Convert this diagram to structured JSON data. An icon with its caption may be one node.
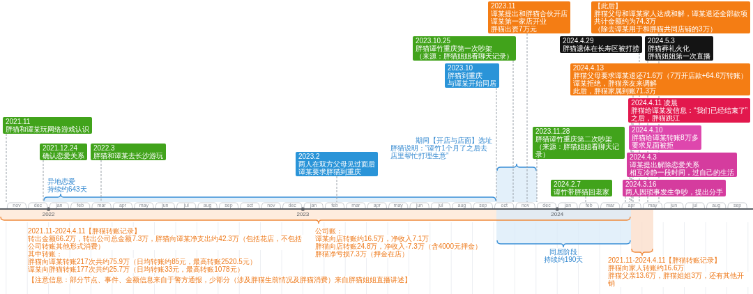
{
  "diagram": {
    "nodes": [
      {
        "text": [
          "2021.11",
          "胖猫和谭某玩网络游戏认识"
        ]
      },
      {
        "text": [
          "2021.12.24",
          "确认恋爱关系"
        ]
      },
      {
        "text": [
          "2022.3",
          "胖猫和谭某去长沙游玩"
        ]
      },
      {
        "text": [
          "2023.2",
          "两人在双方父母见过面后",
          "谭某要求胖猫到重庆"
        ]
      },
      {
        "text": [
          "2023.10",
          "胖猫到重庆",
          "与谭某开始同居"
        ]
      },
      {
        "text": [
          "2023.10.25",
          "胖猫谭竹重庆第一次吵架",
          "（来源：胖猫姐姐看聊天记录）"
        ]
      },
      {
        "text": [
          "2023.11",
          "谭某提出和胖猫合伙开店",
          "谭某第一家店开业",
          "胖猫出资7万元"
        ]
      },
      {
        "text": [
          "2023.11.28",
          "胖猫谭竹重庆第二次吵架",
          "（来源：胖猫姐姐看聊天记录）"
        ]
      },
      {
        "text": [
          "2024.2.7",
          "谭竹带胖猫回老家"
        ]
      },
      {
        "text": [
          "2024.3.16",
          "两人因琐事发生争吵，提出分手"
        ]
      },
      {
        "text": [
          "2024.4.3",
          "谭某提出解除恋爱关系",
          "相互冷静一段时间，过自己的生活"
        ]
      },
      {
        "text": [
          "2024.4.10",
          "胖猫给谭某转账8万多",
          "要求见面被拒"
        ]
      },
      {
        "text": [
          "2024.4.11 凌晨",
          "胖猫给谭某发信息：“我们已经结束了”",
          "之后，胖猫跳江"
        ]
      },
      {
        "text": [
          "2024.4.13",
          "胖猫父母要求谭某退还71.6万（7万开店款+64.6万转账）",
          "谭某拒绝，胖猫亲友来调解",
          "此后，胖猫家属到账71.3万"
        ]
      },
      {
        "text": [
          "2024.4.29",
          "胖猫遗体在长寿区被打捞"
        ]
      },
      {
        "text": [
          "2024.5.3",
          "胖猫葬礼火化",
          "胖猫姐姐第一次直播"
        ]
      },
      {
        "text": [
          "【此后】",
          "胖猫父母和谭某家人达成和解，谭某退还全部款项",
          "共计金额约为74.3万",
          "（除去谭某用于和胖猫共同店铺的3万）"
        ]
      },
      {
        "text": [
          "nov",
          "dec",
          "jan",
          "feb",
          "mar",
          "apr",
          "may",
          "jun",
          "jul",
          "aug",
          "sep",
          "oct",
          "nov",
          "dec",
          "jan",
          "feb",
          "mar",
          "apr",
          "may",
          "jun",
          "jul",
          "aug",
          "sep",
          "oct",
          "nov",
          "dec",
          "jan",
          "feb",
          "mar",
          "apr",
          "may",
          "jun",
          "jul",
          "aug",
          "sep"
        ],
        "beside": [
          "2022",
          "2023",
          "2024"
        ]
      }
    ],
    "edges": [
      {
        "from": 0,
        "to": 17,
        "arrow": "none",
        "style": "dashed"
      },
      {
        "from": 1,
        "to": 17,
        "arrow": "none",
        "style": "dashed"
      },
      {
        "from": 2,
        "to": 17,
        "arrow": "none",
        "style": "dashed"
      },
      {
        "from": 3,
        "to": 17,
        "arrow": "none",
        "style": "dashed"
      },
      {
        "from": 4,
        "to": 17,
        "arrow": "none",
        "style": "dashed"
      },
      {
        "from": 5,
        "to": 17,
        "arrow": "none",
        "style": "dashed"
      },
      {
        "from": 6,
        "to": 17,
        "arrow": "none",
        "style": "dashed"
      },
      {
        "from": 7,
        "to": 17,
        "arrow": "none",
        "style": "dashed"
      },
      {
        "from": 8,
        "to": 17,
        "arrow": "none",
        "style": "dashed"
      },
      {
        "from": 9,
        "to": 17,
        "arrow": "none",
        "style": "dashed"
      },
      {
        "from": 10,
        "to": 17,
        "arrow": "none",
        "style": "dashed"
      },
      {
        "from": 11,
        "to": 17,
        "arrow": "none",
        "style": "dashed"
      },
      {
        "from": 12,
        "to": 17,
        "arrow": "none",
        "style": "dashed"
      },
      {
        "from": 13,
        "to": 17,
        "arrow": "none",
        "style": "dashed"
      },
      {
        "from": 14,
        "to": 17,
        "arrow": "none",
        "style": "dashed"
      },
      {
        "from": 15,
        "to": 17,
        "arrow": "none",
        "style": "dashed"
      },
      {
        "from": 16,
        "to": 17,
        "arrow": "none",
        "style": "dashed"
      }
    ],
    "labels": [
      "期间【开店与店面】选址",
      "胖猫说明：“谭竹1个月了之后去店里帮忙打理生意”",
      "异地恋爱",
      "持续约643天",
      "2021.11-2024.4.11【胖猫转账记录】",
      "转出金额66.2万，转出公司总金额7.3万，胖猫向谭某净支出约42.3万（包括花店，不包括公司转账其他形式消费）",
      "其中转账：",
      "胖猫向谭某转账217次共约75.9万（日均转账约85元，最高转账2520.5元）",
      "谭某向胖猫转账177次共约25.7万（日均转账33元，最高转账1078元）",
      "公司账：",
      "谭某向店转账约16.5万，净收入7.1万",
      "胖猫向店转账24.8万，净收入-7.3万（含4000元押金）",
      "胖猫净亏损7.3万（押金在店）",
      "【注意信息：部分节点、事件、金额信息来自于警方通报，少部分（涉及胖猫生前情况及胖猫消费）来自胖猫姐姐直播讲述】",
      "同居阶段",
      "持续约190天",
      "2021.11-2024.4.11【胖猫转账记录】",
      "胖猫向家人转账约16.6万",
      "胖猫父亲13.6万，胖猫姐姐3万，还有其他开销"
    ]
  }
}
